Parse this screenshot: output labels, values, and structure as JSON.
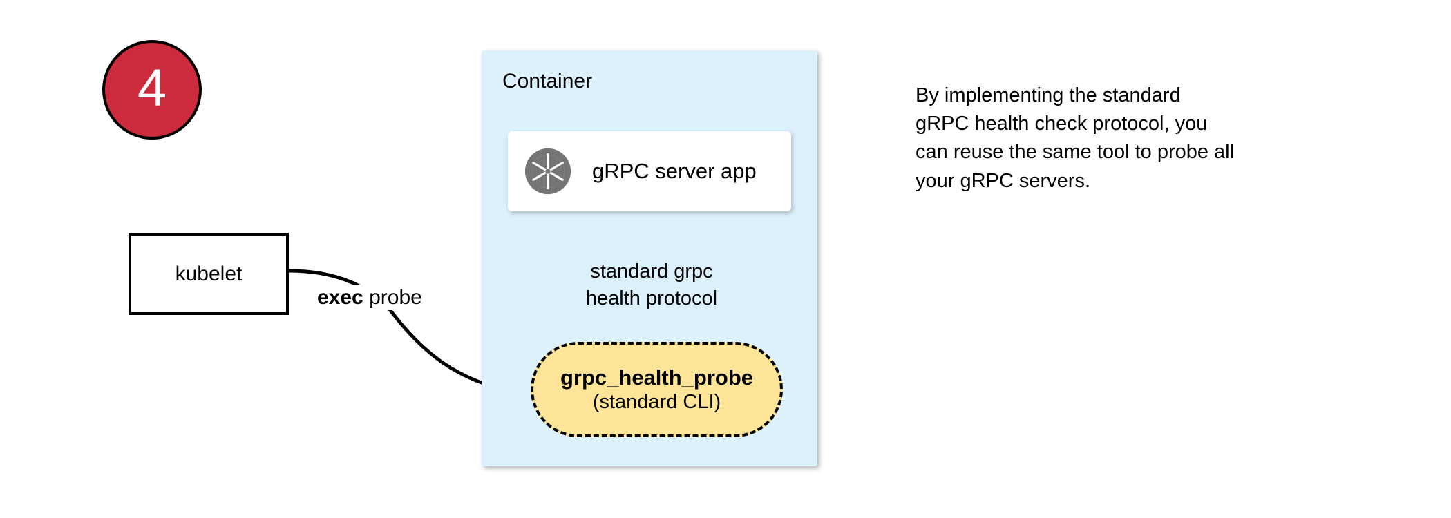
{
  "step": {
    "number": "4"
  },
  "container": {
    "label": "Container",
    "fill_color": "#ddf1fc"
  },
  "grpc_server": {
    "label": "gRPC server app",
    "icon": "grpc-aperture-icon",
    "icon_color": "#757575",
    "fill_color": "#ffffff"
  },
  "kubelet": {
    "label": "kubelet",
    "fill_color": "#ffffff",
    "border_color": "#000000"
  },
  "probe": {
    "title": "grpc_health_probe",
    "subtitle": "(standard CLI)",
    "fill_color": "#ffe599",
    "border_color": "#000000",
    "border_style": "dashed"
  },
  "edges": {
    "exec_probe": {
      "label_bold": "exec",
      "label_rest": " probe",
      "from": "kubelet",
      "to": "grpc_health_probe"
    },
    "health_protocol": {
      "line1": "standard grpc",
      "line2": "health protocol",
      "from": "grpc_health_probe",
      "to": "grpc_server_app"
    }
  },
  "annotation": {
    "line1": "By implementing the standard",
    "line2": "gRPC health check protocol, you",
    "line3": "can reuse the same tool to probe all",
    "line4": "your gRPC servers."
  },
  "palette": {
    "badge_red": "#cb2b3d",
    "badge_text": "#ffffff",
    "container_blue": "#ddf1fc",
    "probe_yellow": "#ffe599",
    "icon_gray": "#757575",
    "stroke_black": "#000000"
  }
}
